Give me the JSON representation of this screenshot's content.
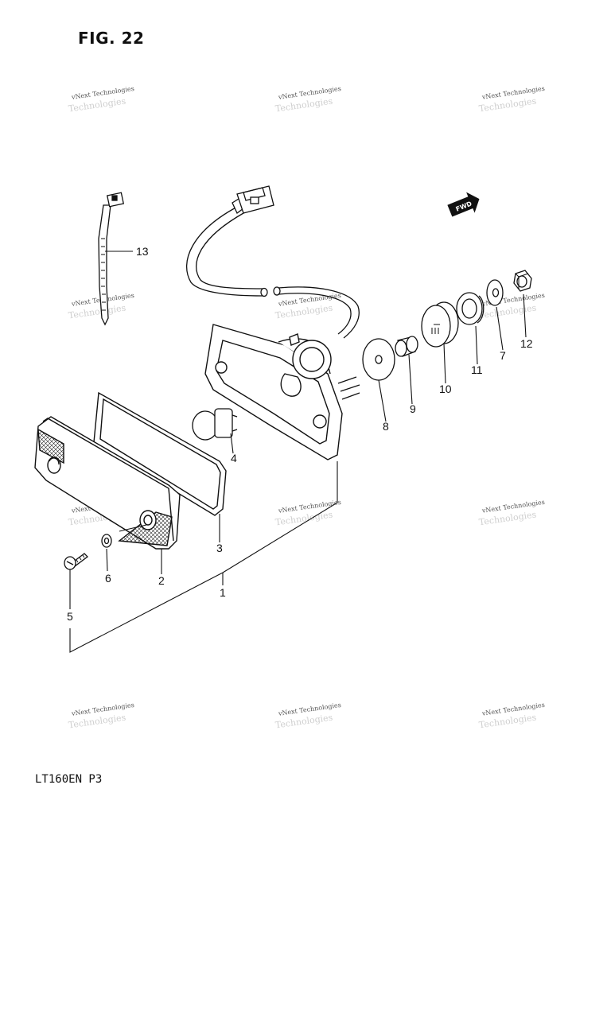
{
  "figure": {
    "title": "FIG. 22",
    "model_code": "LT160EN P3"
  },
  "direction_marker": "FWD",
  "watermark": {
    "line1": "vNext Technologies",
    "line2": "Technologies"
  },
  "callouts": {
    "c1": "1",
    "c2": "2",
    "c3": "3",
    "c4": "4",
    "c5": "5",
    "c6": "6",
    "c7": "7",
    "c8": "8",
    "c9": "9",
    "c10": "10",
    "c11": "11",
    "c12": "12",
    "c13": "13"
  }
}
